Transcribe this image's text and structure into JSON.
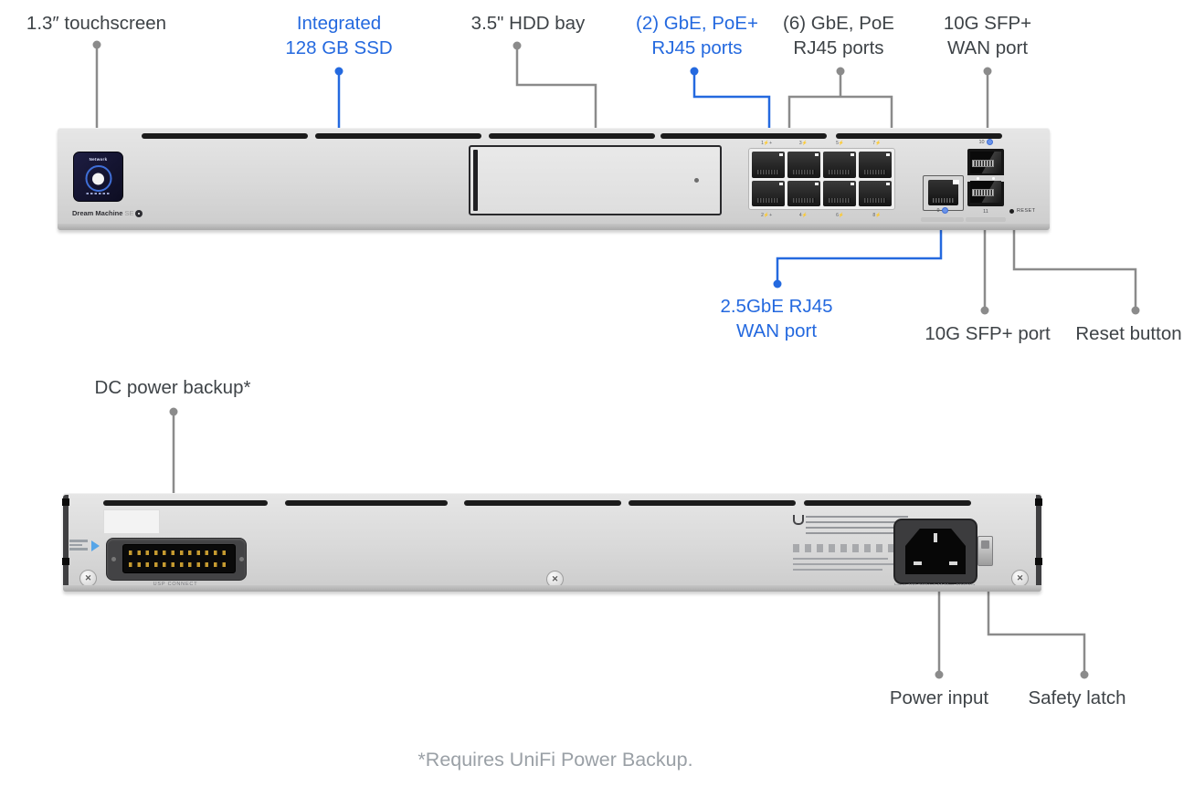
{
  "colors": {
    "accent_blue": "#2469df",
    "label_dark": "#3e4347",
    "line_gray": "#8b8b8b",
    "footer_gray": "#9aa0a6"
  },
  "front_view": {
    "labels": {
      "touchscreen": "1.3″ touchscreen",
      "ssd_line1": "Integrated",
      "ssd_line2": "128 GB SSD",
      "hdd_bay": "3.5\" HDD bay",
      "poe_plus_line1": "(2) GbE, PoE+",
      "poe_plus_line2": "RJ45 ports",
      "poe_line1": "(6) GbE, PoE",
      "poe_line2": "RJ45 ports",
      "sfp_wan_line1": "10G SFP+",
      "sfp_wan_line2": "WAN port",
      "rj45_wan_line1": "2.5GbE RJ45",
      "rj45_wan_line2": "WAN port",
      "sfp_port": "10G SFP+ port",
      "reset": "Reset button"
    },
    "device": {
      "screen_title": "Network",
      "brand": "Dream Machine",
      "brand_edition": "SE",
      "ports_top": [
        "1⚡+",
        "3⚡",
        "5⚡",
        "7⚡"
      ],
      "ports_bottom": [
        "2⚡+",
        "4⚡",
        "6⚡",
        "8⚡"
      ],
      "wan_rj45_number": "9",
      "sfp_top_number": "10",
      "sfp_bottom_number": "11",
      "reset_text": "RESET"
    }
  },
  "back_view": {
    "labels": {
      "dc_backup": "DC power backup*",
      "power_input": "Power input",
      "safety_latch": "Safety latch"
    },
    "device": {
      "usp_connect": "USP CONNECT",
      "power_rating": "Input: 100-240V~4.4A Max, 50/60Hz"
    }
  },
  "footer_note": "*Requires UniFi Power Backup."
}
